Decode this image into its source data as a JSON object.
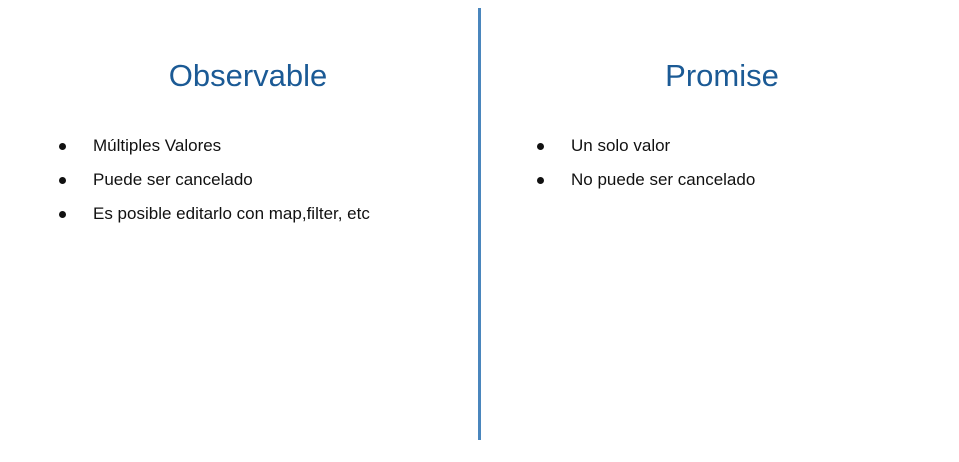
{
  "slide": {
    "left": {
      "title": "Observable",
      "items": [
        "Múltiples Valores",
        "Puede ser cancelado",
        "Es posible editarlo con map,filter, etc"
      ]
    },
    "right": {
      "title": "Promise",
      "items": [
        "Un solo valor",
        "No puede ser cancelado"
      ]
    },
    "colors": {
      "heading": "#1b5a95",
      "divider": "#4a86bd",
      "text": "#111111"
    }
  }
}
